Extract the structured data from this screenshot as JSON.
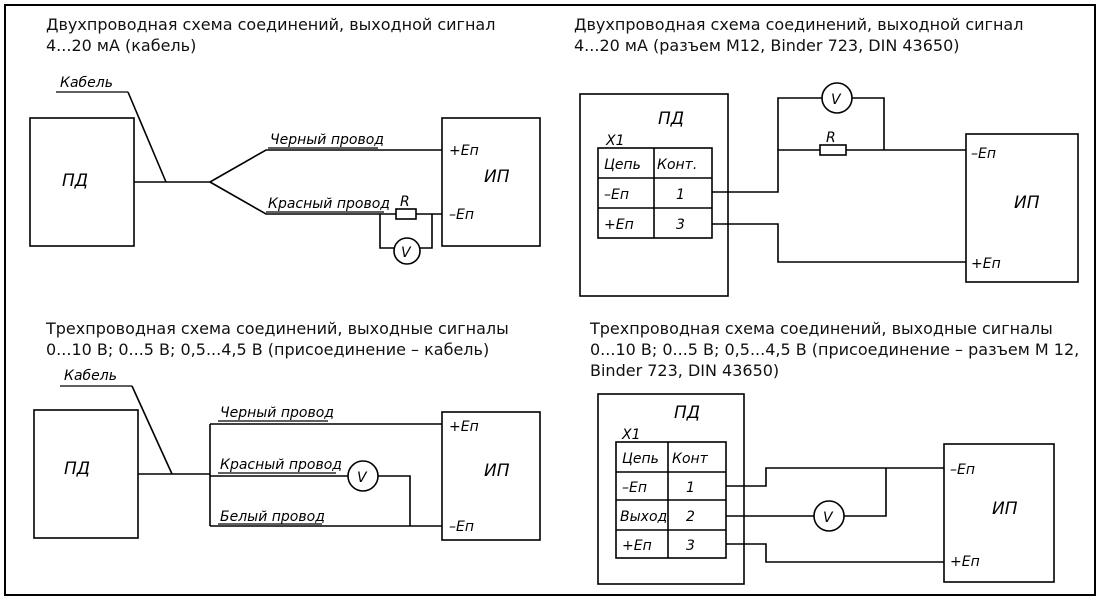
{
  "captions": {
    "tl": "Двухпроводная схема соединений, выходной сигнал 4...20 мА (кабель)",
    "tr": "Двухпроводная схема соединений, выходной сигнал 4...20 мА (разъем M12, Binder 723, DIN 43650)",
    "bl": "Трехпроводная схема соединений, выходные сигналы 0...10 В; 0...5 В; 0,5...4,5 В (присоединение – кабель)",
    "br": "Трехпроводная схема соединений, выходные сигналы 0...10 В; 0...5 В; 0,5...4,5 В (присоединение – разъем M 12, Binder 723, DIN 43650)"
  },
  "labels": {
    "sensor": "ПД",
    "supply": "ИП",
    "cable": "Кабель",
    "black_wire": "Черный провод",
    "red_wire": "Красный провод",
    "white_wire": "Белый провод",
    "plus_en": "+Еп",
    "minus_en": "–Еп",
    "resistor": "R",
    "voltmeter": "V",
    "connector": "Х1",
    "col_circuit": "Цепь",
    "col_contact_short": "Конт.",
    "col_contact": "Конт",
    "output": "Выход"
  },
  "tables": {
    "two_wire": [
      [
        "–Еп",
        "1"
      ],
      [
        "+Еп",
        "3"
      ]
    ],
    "three_wire": [
      [
        "–Еп",
        "1"
      ],
      [
        "Выход",
        "2"
      ],
      [
        "+Еп",
        "3"
      ]
    ]
  }
}
